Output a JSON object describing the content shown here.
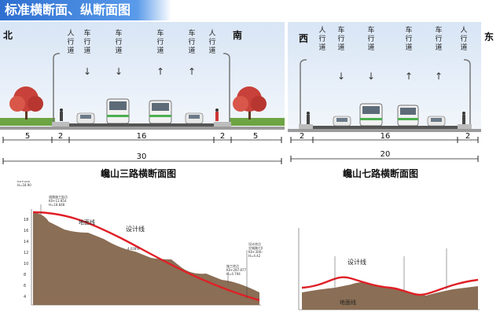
{
  "banner": {
    "title": "标准横断面、纵断面图"
  },
  "section_left": {
    "north": "北",
    "south": "南",
    "lanes": [
      {
        "label": "人行道",
        "arrow": ""
      },
      {
        "label": "车行道",
        "arrow": "↓"
      },
      {
        "label": "车行道",
        "arrow": "↓"
      },
      {
        "label": "车行道",
        "arrow": "↑"
      },
      {
        "label": "车行道",
        "arrow": "↑"
      },
      {
        "label": "人行道",
        "arrow": ""
      }
    ],
    "dims": [
      "5",
      "2",
      "16",
      "2",
      "5"
    ],
    "total": "30",
    "caption": "巉山三路横断面图"
  },
  "section_right": {
    "west": "西",
    "east": "东",
    "lanes": [
      {
        "label": "人行道",
        "arrow": ""
      },
      {
        "label": "车行道",
        "arrow": "↓"
      },
      {
        "label": "车行道",
        "arrow": "↓"
      },
      {
        "label": "车行道",
        "arrow": "↑"
      },
      {
        "label": "车行道",
        "arrow": "↑"
      },
      {
        "label": "人行道",
        "arrow": ""
      }
    ],
    "dims": [
      "2",
      "16",
      "2"
    ],
    "total": "20",
    "caption": "巉山七路横断面图"
  },
  "profile_left": {
    "design_line": "设计线",
    "ground_line": "地面线",
    "y_ticks": [
      "18",
      "16",
      "14",
      "12",
      "10",
      "8",
      "6",
      "4"
    ],
    "grade": "4.028%",
    "start_note": "道路设计起点\n交城路公路\nK0+000\nH=18.90",
    "begin_note": "道路施工起点\nK0+12.854\nH=18.848",
    "end_note1": "施工终点\nK0+287.877\nH=4.794",
    "end_note2": "设计终点\n交城路七路\nK0+300.877\nH=4.42",
    "colors": {
      "ground": "#8a6e55",
      "design": "#e01f26"
    }
  },
  "profile_right": {
    "design_line": "设计线",
    "ground_line": "地面线",
    "colors": {
      "ground": "#8a6e55",
      "design": "#e01f26"
    }
  }
}
